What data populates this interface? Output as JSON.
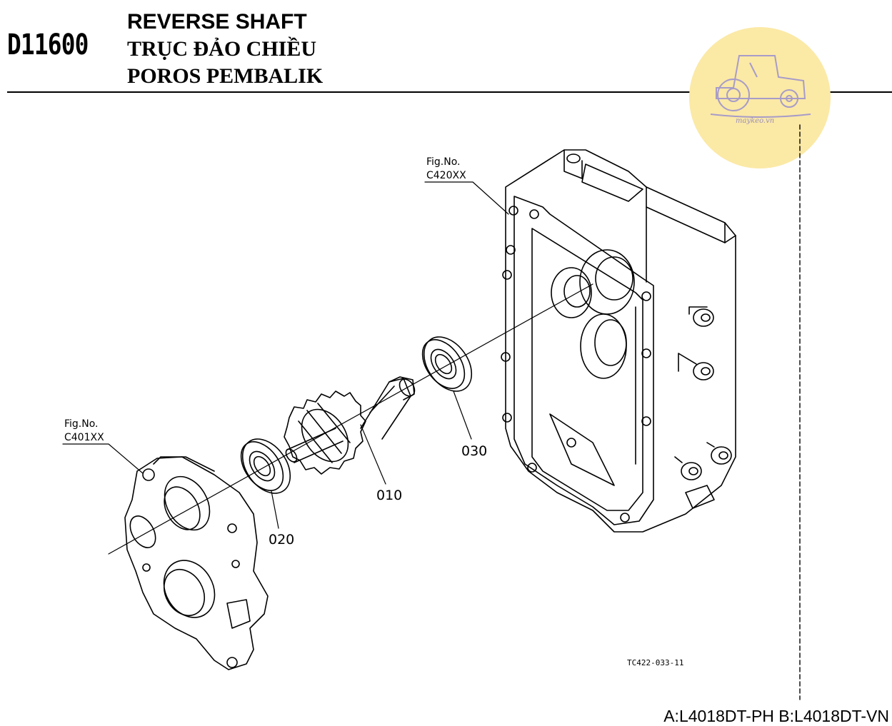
{
  "header": {
    "code": "D11600",
    "title_en": "REVERSE SHAFT",
    "title_vi": "TRỤC ĐẢO CHIỀU",
    "title_id": "POROS PEMBALIK"
  },
  "watermark": {
    "text": "maykeo.vn",
    "icon": "tractor-icon",
    "color": "#fbe9a6"
  },
  "diagram": {
    "fig_c420": {
      "label": "Fig.No.",
      "code": "C420XX"
    },
    "fig_c401": {
      "label": "Fig.No.",
      "code": "C401XX"
    },
    "parts": [
      "010",
      "020",
      "030"
    ],
    "reference": "TC422-033-11"
  },
  "footer": {
    "models": "A:L4018DT-PH B:L4018DT-VN"
  }
}
